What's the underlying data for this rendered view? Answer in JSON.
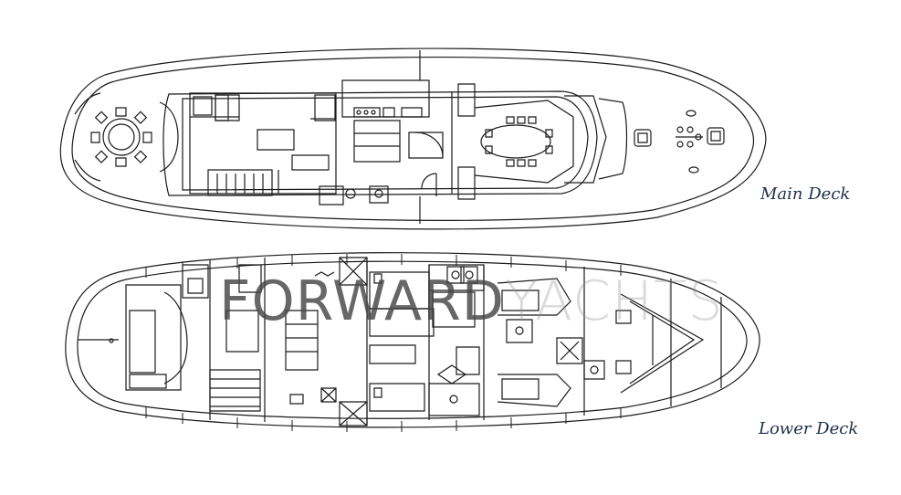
{
  "labels": {
    "main_deck": "Main Deck",
    "lower_deck": "Lower Deck"
  },
  "watermark": {
    "bold_part": "FORWARD",
    "light_part": "YACHTS"
  },
  "colors": {
    "line": "#1a1a1a",
    "label": "#1f2f4a",
    "background": "#ffffff"
  }
}
